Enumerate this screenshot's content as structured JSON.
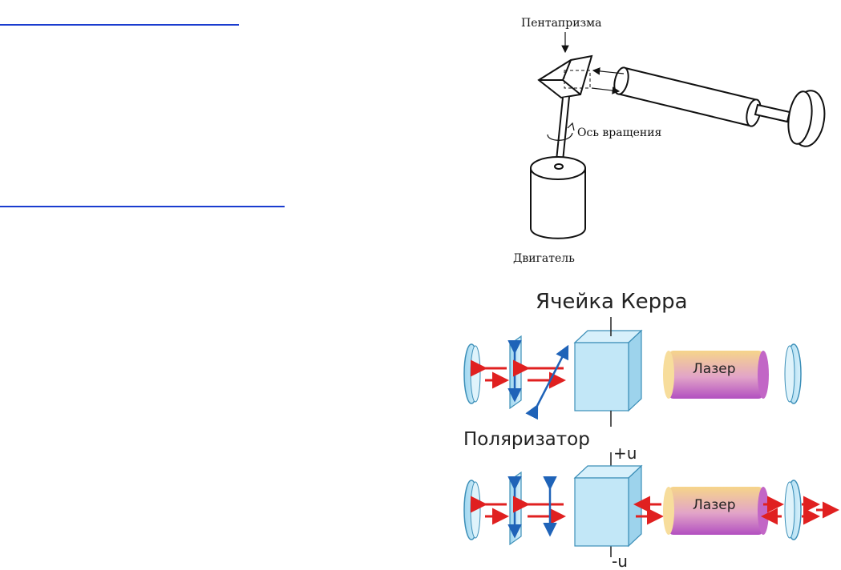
{
  "top_diagram": {
    "pentaprism_label": "Пентапризма",
    "axis_label": "Ось вращения",
    "motor_label": "Двигатель"
  },
  "bottom_diagram": {
    "kerr_cell_label": "Ячейка Керра",
    "polarizer_label": "Поляризатор",
    "laser_label_top": "Лазер",
    "laser_label_bottom": "Лазер",
    "plus_u_label": "+u",
    "minus_u_label": "-u"
  },
  "colors": {
    "link_underline": "#1a3ccf",
    "arrow_red": "#e02020",
    "arrow_blue": "#1f63b8",
    "glass": "#bfe6f7"
  }
}
